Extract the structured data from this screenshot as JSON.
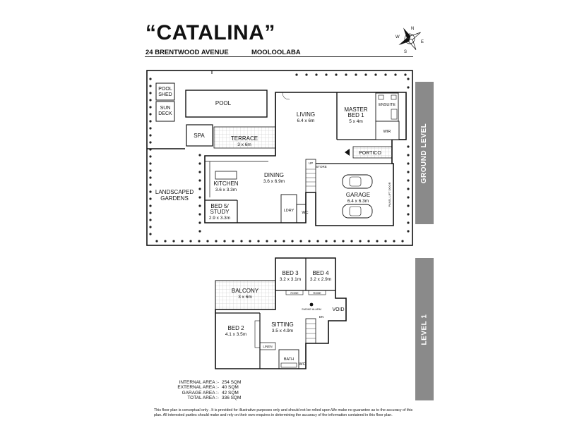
{
  "header": {
    "title": "“CATALINA”",
    "address": "24 BRENTWOOD AVENUE",
    "suburb": "MOOLOOLABA"
  },
  "compass": {
    "n": "N",
    "e": "E",
    "s": "S",
    "w": "W"
  },
  "levels": {
    "ground": "GROUND LEVEL",
    "level1": "LEVEL 1"
  },
  "ground_rooms": {
    "pool_shed": [
      "POOL",
      "SHED"
    ],
    "sun_deck": [
      "SUN",
      "DECK"
    ],
    "pool": "POOL",
    "spa": "SPA",
    "terrace": {
      "name": "TERRACE",
      "dim": "3 x 6m"
    },
    "living": {
      "name": "LIVING",
      "dim": "6.4 x 6m"
    },
    "master": {
      "name1": "MASTER",
      "name2": "BED 1",
      "dim": "5 x 4m"
    },
    "ensuite": "ENSUITE",
    "wir": "WIR",
    "portico": "PORTICO",
    "dining": {
      "name": "DINING",
      "dim": "3.6 x 6.9m"
    },
    "kitchen": {
      "name": "KITCHEN",
      "dim": "3.6 x 3.3m"
    },
    "landscaped": [
      "LANDSCAPED",
      "GARDENS"
    ],
    "bed5": {
      "name1": "BED 5/",
      "name2": "STUDY",
      "dim": "2.9 x 3.3m"
    },
    "garage": {
      "name": "GARAGE",
      "dim": "6.4 x 6.3m"
    },
    "ldry": "LDRY",
    "wc": "WC",
    "up": "UP",
    "store": "STORE",
    "panel_door": "PANEL LIFT DOOR"
  },
  "level1_rooms": {
    "bed3": {
      "name": "BED 3",
      "dim": "3.2 x 3.1m"
    },
    "bed4": {
      "name": "BED 4",
      "dim": "3.2 x 2.9m"
    },
    "balcony": {
      "name": "BALCONY",
      "dim": "3 x 6m"
    },
    "robe": "ROBE",
    "smoke": "SMOKE ALARM",
    "void": "VOID",
    "bed2": {
      "name": "BED 2",
      "dim": "4.1 x 3.5m"
    },
    "sitting": {
      "name": "SITTING",
      "dim": "3.5 x 4.9m"
    },
    "dn": "DN",
    "linen": "LINEN",
    "bath": "BATH",
    "wc": "WC"
  },
  "areas": [
    {
      "label": "INTERNAL  AREA :-",
      "value": "254 SQM"
    },
    {
      "label": "EXTERNAL  AREA :-",
      "value": "40 SQM"
    },
    {
      "label": "GARAGE  AREA :-",
      "value": "42 SQM"
    },
    {
      "label": "TOTAL  AREA :-",
      "value": "336 SQM"
    }
  ],
  "disclaimer": "This floor plan  is conceptual only . It is provided for illustrative purposes only and should not be relied upon.We make no guarantee as to the accuracy of this plan. All interested parties should make and rely on their own enquires in determining the accuracy of the information contained in this floor plan."
}
